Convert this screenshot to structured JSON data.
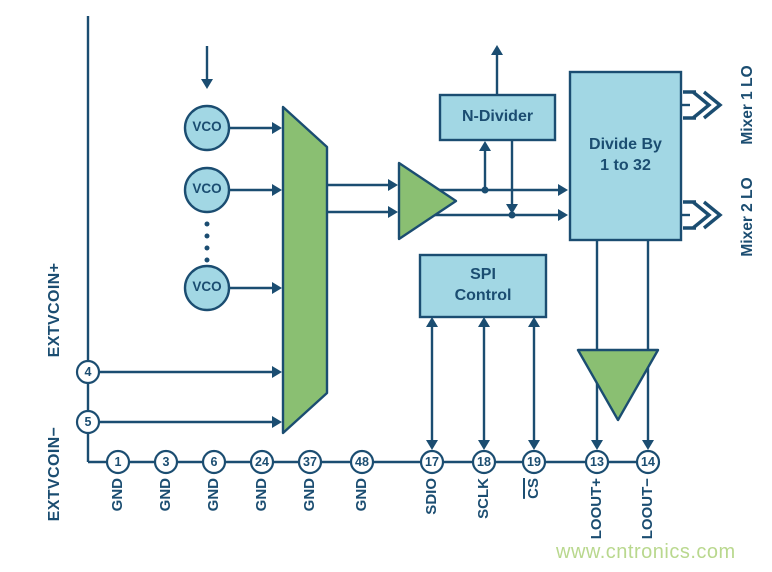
{
  "colors": {
    "navy": "#1b4d71",
    "lightblue": "#a2d7e4",
    "green": "#8abf72",
    "watermark": "#b9d88e"
  },
  "vco": {
    "label": "VCO"
  },
  "blocks": {
    "n_divider": {
      "label": "N-Divider"
    },
    "divide_by": {
      "line1": "Divide By",
      "line2": "1 to 32"
    },
    "spi": {
      "line1": "SPI",
      "line2": "Control"
    }
  },
  "left_pins": [
    {
      "number": "4",
      "label": "EXTVCOIN+"
    },
    {
      "number": "5",
      "label": "EXTVCOIN−"
    }
  ],
  "bottom_pins": [
    {
      "number": "1",
      "label": "GND"
    },
    {
      "number": "3",
      "label": "GND"
    },
    {
      "number": "6",
      "label": "GND"
    },
    {
      "number": "24",
      "label": "GND"
    },
    {
      "number": "37",
      "label": "GND"
    },
    {
      "number": "48",
      "label": "GND"
    },
    {
      "number": "17",
      "label": "SDIO"
    },
    {
      "number": "18",
      "label": "SCLK"
    },
    {
      "number": "19",
      "label": "CS"
    },
    {
      "number": "13",
      "label": "LOOUT+"
    },
    {
      "number": "14",
      "label": "LOOUT−"
    }
  ],
  "outputs": [
    {
      "label": "Mixer 1 LO"
    },
    {
      "label": "Mixer 2 LO"
    }
  ],
  "watermark": "www.cntronics.com"
}
